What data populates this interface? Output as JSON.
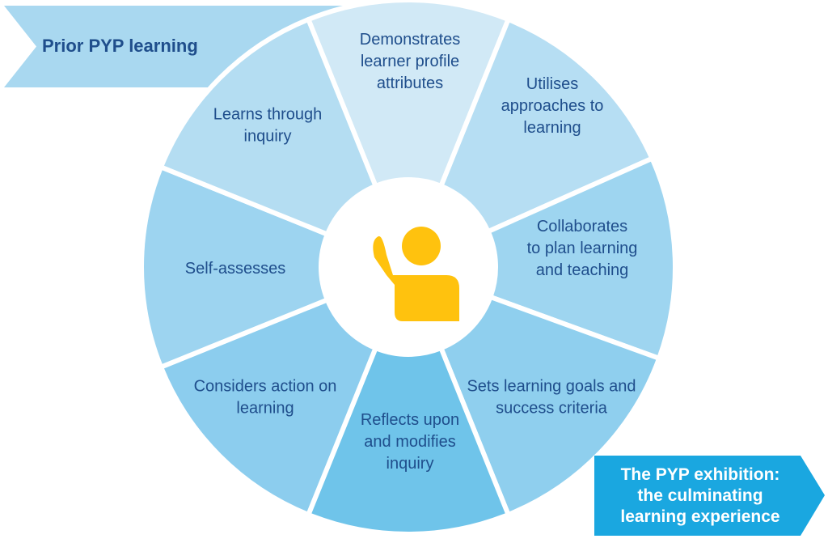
{
  "banner_top": {
    "label": "Prior PYP learning"
  },
  "banner_bottom": {
    "lines": [
      "The PYP exhibition:",
      "the culminating",
      "learning experience"
    ]
  },
  "center": {
    "icon": "raised-hand-person-icon"
  },
  "segments": [
    {
      "id": "learner-profile",
      "lines": [
        "Demonstrates",
        "learner profile",
        "attributes"
      ],
      "color": "#d1e9f6"
    },
    {
      "id": "approaches",
      "lines": [
        "Utilises",
        "approaches to",
        "learning"
      ],
      "color": "#b6def3"
    },
    {
      "id": "collaborates",
      "lines": [
        "Collaborates",
        "to plan learning",
        "and teaching"
      ],
      "color": "#9ed5f0"
    },
    {
      "id": "goals",
      "lines": [
        "Sets learning goals and",
        "success criteria"
      ],
      "color": "#8fcfee"
    },
    {
      "id": "reflects",
      "lines": [
        "Reflects upon",
        "and modifies",
        "inquiry"
      ],
      "color": "#6fc4ea"
    },
    {
      "id": "action",
      "lines": [
        "Considers action on",
        "learning"
      ],
      "color": "#8ccdee"
    },
    {
      "id": "self-assess",
      "lines": [
        "Self-assesses"
      ],
      "color": "#9dd4f0"
    },
    {
      "id": "inquiry",
      "lines": [
        "Learns through",
        "inquiry"
      ],
      "color": "#b4ddf2"
    }
  ],
  "colors": {
    "text": "#1f4e8c",
    "banner_top": "#a9d8f0",
    "banner_bottom": "#1aa7e0",
    "icon": "#ffc20e",
    "divider": "#ffffff"
  }
}
